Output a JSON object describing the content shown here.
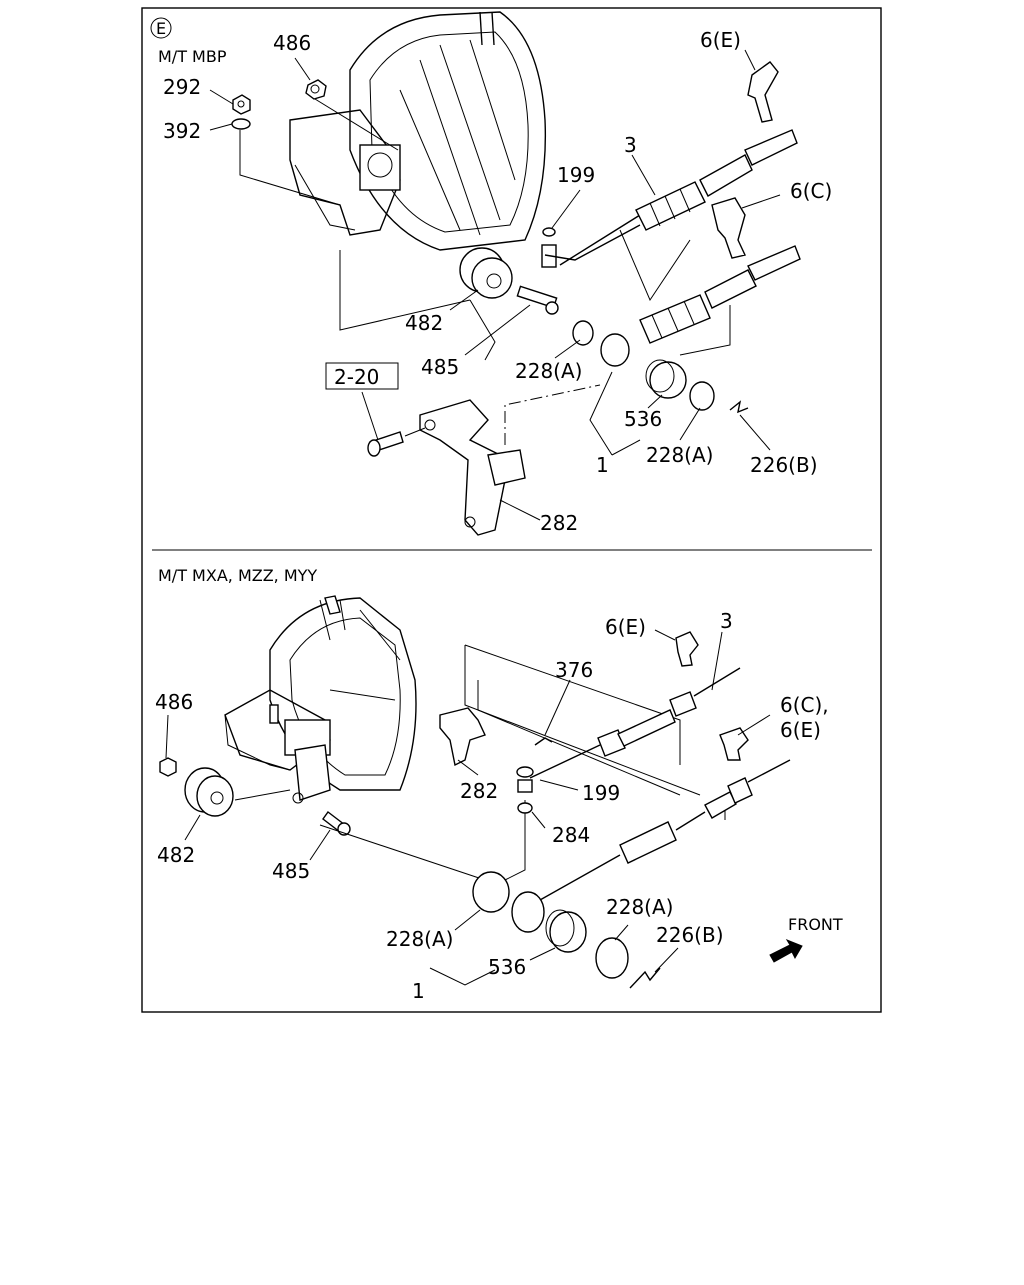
{
  "section_marker": "E",
  "upper": {
    "header": "M/T MBP",
    "labels": {
      "p486": "486",
      "p292": "292",
      "p392": "392",
      "p6e": "6(E)",
      "p3": "3",
      "p199": "199",
      "p6c": "6(C)",
      "p482": "482",
      "p485": "485",
      "p228a1": "228(A)",
      "p536": "536",
      "p228a2": "228(A)",
      "p226b": "226(B)",
      "p1": "1",
      "p282": "282",
      "ref220": "2-20"
    }
  },
  "lower": {
    "header": "M/T MXA, MZZ, MYY",
    "labels": {
      "p6e": "6(E)",
      "p3": "3",
      "p376": "376",
      "p6c": "6(C),",
      "p6e2": "6(E)",
      "p486": "486",
      "p282": "282",
      "p199": "199",
      "p284": "284",
      "p482": "482",
      "p485": "485",
      "p228a1": "228(A)",
      "p228a2": "228(A)",
      "p226b": "226(B)",
      "p536": "536",
      "p1": "1",
      "front": "FRONT"
    }
  }
}
